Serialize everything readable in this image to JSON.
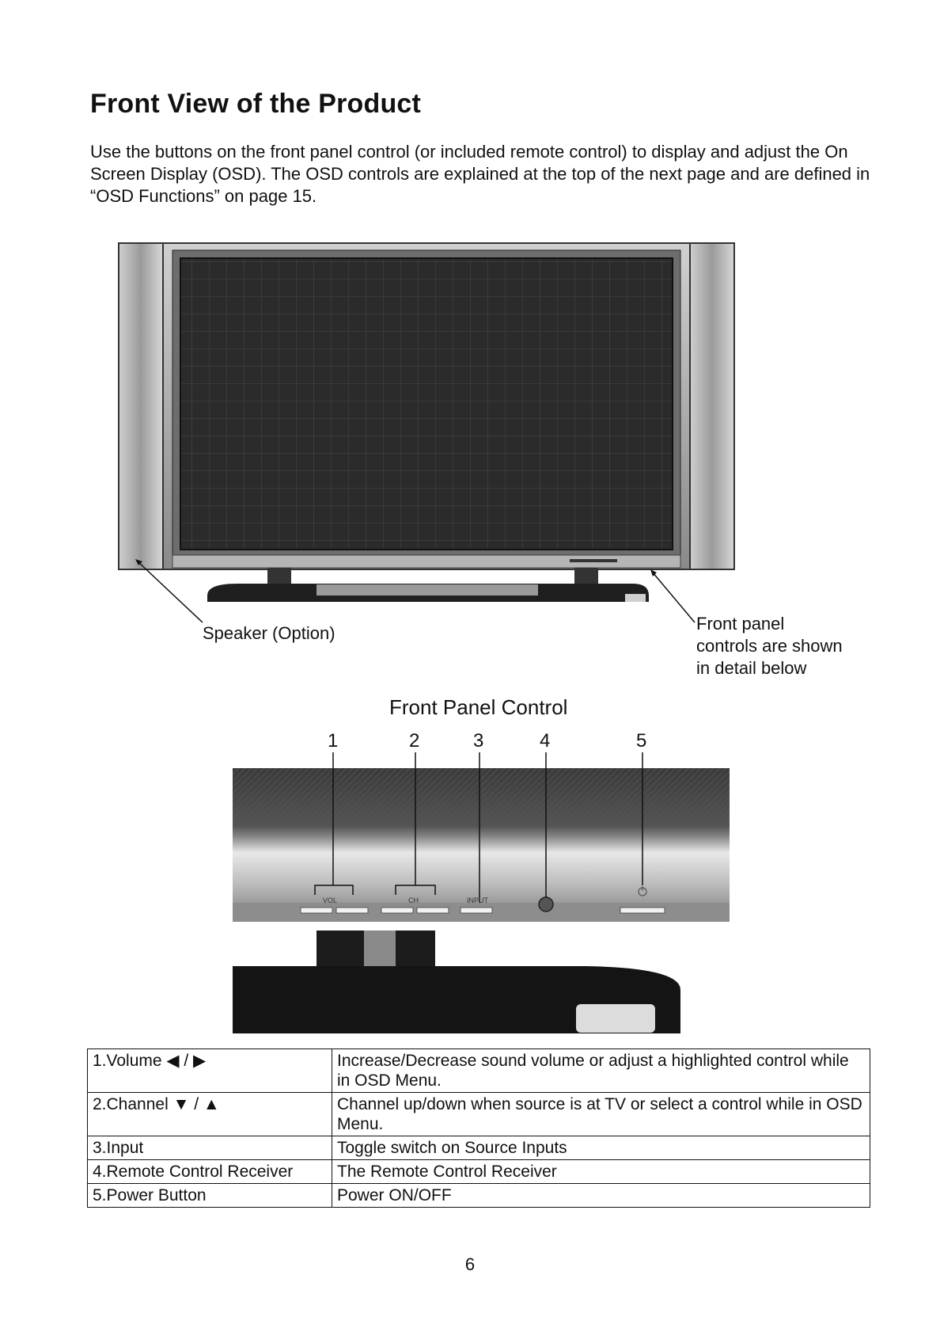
{
  "title": "Front View of the Product",
  "intro": "Use the buttons on the front panel control (or included remote control) to display and adjust the On Screen Display (OSD). The OSD controls are explained at the top of the next page and are defined in “OSD Functions” on page 15.",
  "callouts": {
    "speaker": "Speaker (Option)",
    "front_panel_line1": "Front panel",
    "front_panel_line2": "controls are shown",
    "front_panel_line3": "in detail below"
  },
  "panel": {
    "title": "Front Panel Control",
    "numbers": [
      "1",
      "2",
      "3",
      "4",
      "5"
    ],
    "button_labels": [
      "VOL",
      "CH",
      "INPUT"
    ]
  },
  "table": {
    "rows": [
      {
        "control": "1.Volume ◀ / ▶",
        "description": "Increase/Decrease sound volume or adjust a highlighted control while in OSD Menu."
      },
      {
        "control": "2.Channel ▼ / ▲",
        "description": "Channel up/down when source is at TV or select a control while in OSD Menu."
      },
      {
        "control": "3.Input",
        "description": "Toggle switch on Source Inputs"
      },
      {
        "control": "4.Remote Control Receiver",
        "description": "The Remote Control Receiver"
      },
      {
        "control": "5.Power Button",
        "description": "Power ON/OFF"
      }
    ]
  },
  "page_number": "6"
}
